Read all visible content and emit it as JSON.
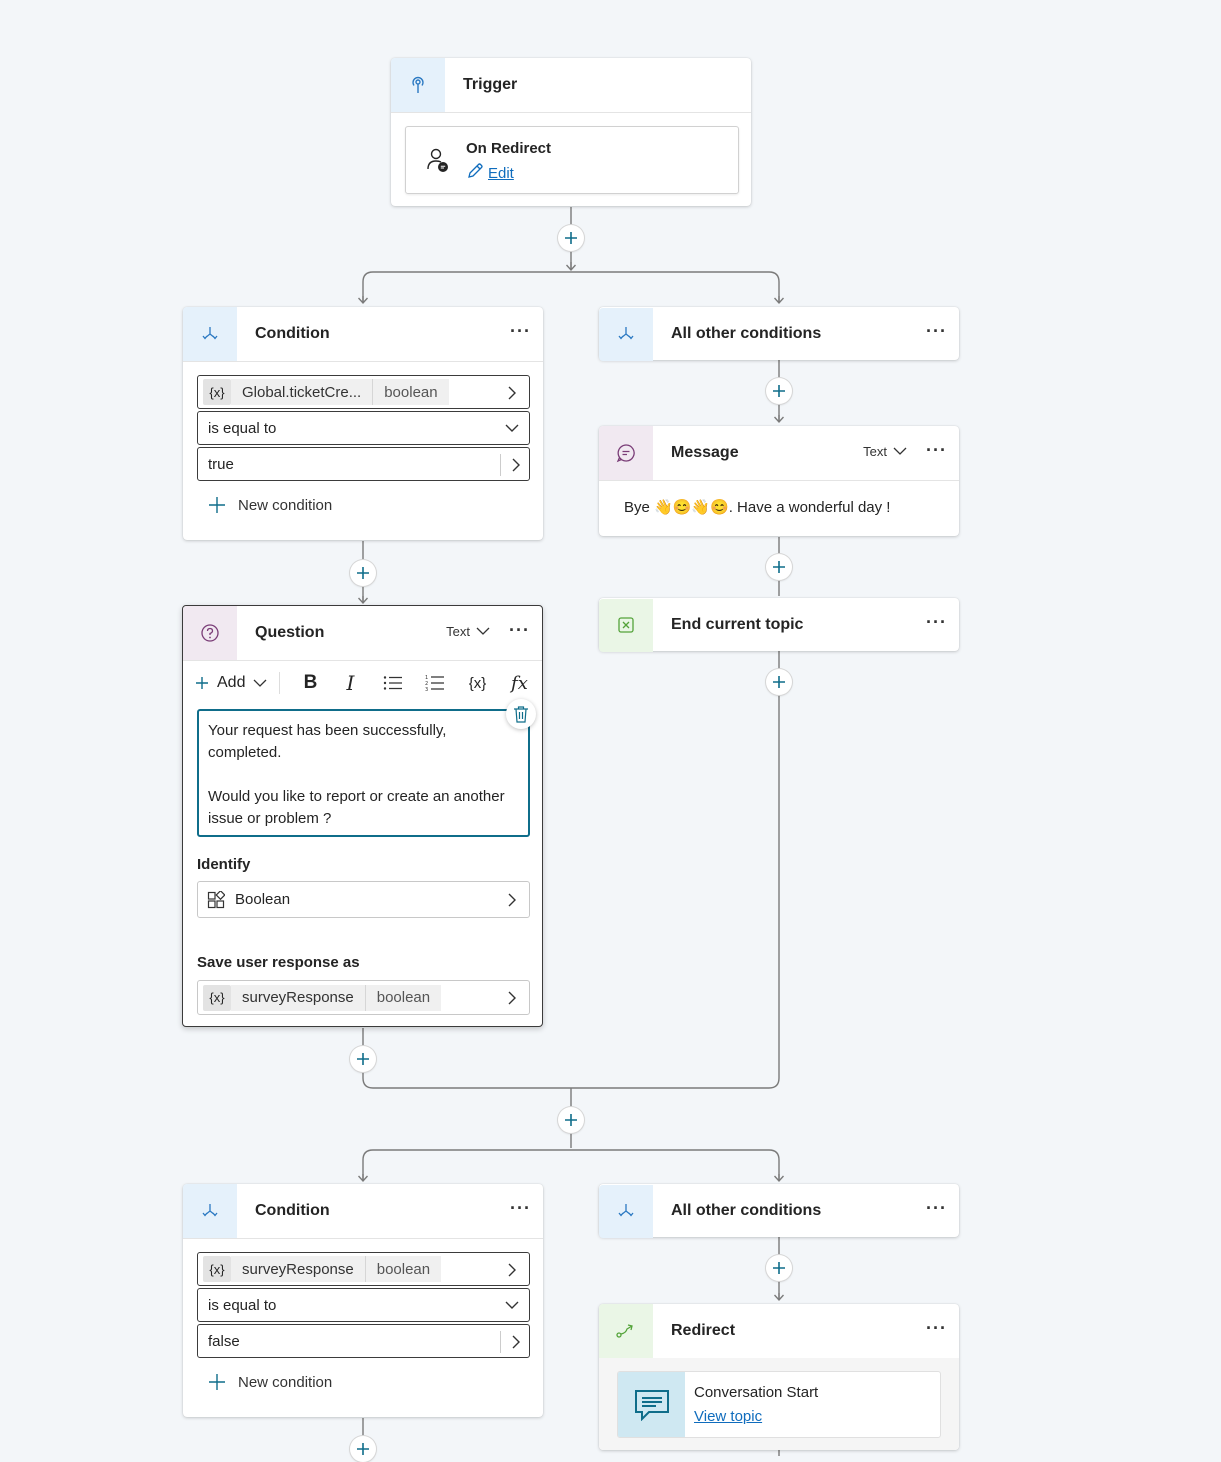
{
  "trigger": {
    "title": "Trigger",
    "event": "On Redirect",
    "edit_label": "Edit"
  },
  "condition1": {
    "title": "Condition",
    "variable": "Global.ticketCre...",
    "variable_type": "boolean",
    "operator": "is equal to",
    "value": "true",
    "new_condition": "New condition"
  },
  "other1": {
    "title": "All other conditions"
  },
  "message": {
    "title": "Message",
    "type": "Text",
    "text": "Bye 👋😊👋😊. Have a wonderful day !"
  },
  "end_topic": {
    "title": "End current topic"
  },
  "question": {
    "title": "Question",
    "type": "Text",
    "toolbar": {
      "add": "Add",
      "variable": "{x}",
      "formula": "fx"
    },
    "prompt_line1": "Your request has been successfully, completed.",
    "prompt_line2": "Would you like to report or create an another issue or problem ?",
    "identify_label": "Identify",
    "identify_value": "Boolean",
    "save_label": "Save user response as",
    "save_variable": "surveyResponse",
    "save_type": "boolean"
  },
  "condition2": {
    "title": "Condition",
    "variable": "surveyResponse",
    "variable_type": "boolean",
    "operator": "is equal to",
    "value": "false",
    "new_condition": "New condition"
  },
  "other2": {
    "title": "All other conditions"
  },
  "redirect": {
    "title": "Redirect",
    "topic": "Conversation Start",
    "view_topic": "View topic"
  },
  "colors": {
    "accent": "#0f6d8a",
    "link": "#0f6cbd",
    "connector": "#7a7a7a"
  }
}
